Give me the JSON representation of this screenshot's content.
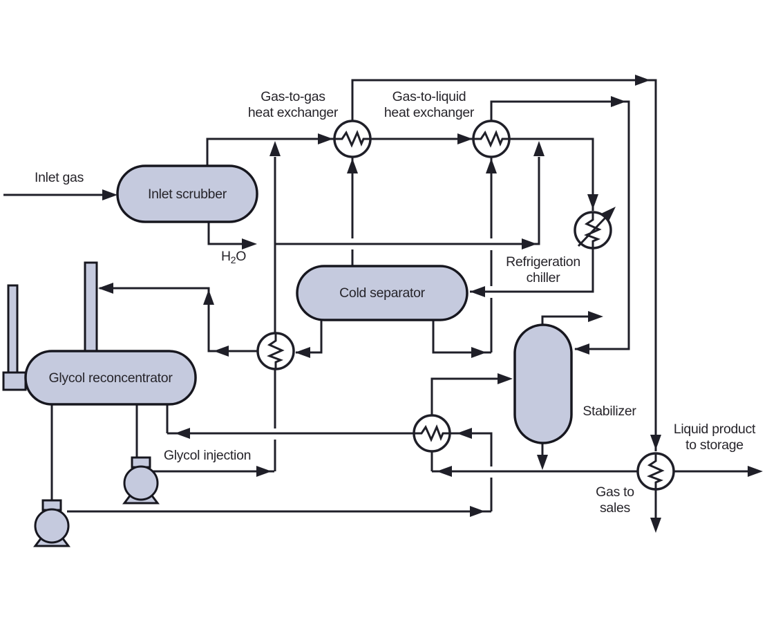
{
  "diagram": {
    "labels": {
      "inlet_gas": "Inlet gas",
      "inlet_scrubber": "Inlet scrubber",
      "gas_to_gas_hx": [
        "Gas-to-gas",
        "heat exchanger"
      ],
      "gas_to_liquid_hx": [
        "Gas-to-liquid",
        "heat exchanger"
      ],
      "h2o": {
        "h": "H",
        "sub": "2",
        "o": "O"
      },
      "refrigeration_chiller": [
        "Refrigeration",
        "chiller"
      ],
      "cold_separator": "Cold separator",
      "glycol_reconcentrator": "Glycol reconcentrator",
      "glycol_injection": "Glycol injection",
      "stabilizer": "Stabilizer",
      "liquid_product": [
        "Liquid product",
        "to storage"
      ],
      "gas_to_sales": [
        "Gas to",
        "sales"
      ]
    },
    "colors": {
      "bg": "#ffffff",
      "line": "#1f1f28",
      "vessel": "#c5cade",
      "vstroke": "#17171f",
      "text": "#26242a"
    },
    "equipment": [
      {
        "id": "inlet-scrubber",
        "label": "Inlet scrubber",
        "type": "horizontal-vessel"
      },
      {
        "id": "gas-to-gas-heat-exchanger",
        "label": "Gas-to-gas heat exchanger",
        "type": "heat-exchanger"
      },
      {
        "id": "gas-to-liquid-heat-exchanger",
        "label": "Gas-to-liquid heat exchanger",
        "type": "heat-exchanger"
      },
      {
        "id": "refrigeration-chiller",
        "label": "Refrigeration chiller",
        "type": "chiller"
      },
      {
        "id": "cold-separator",
        "label": "Cold separator",
        "type": "horizontal-vessel"
      },
      {
        "id": "glycol-reconcentrator",
        "label": "Glycol reconcentrator",
        "type": "horizontal-vessel"
      },
      {
        "id": "stabilizer",
        "label": "Stabilizer",
        "type": "vertical-column"
      },
      {
        "id": "glycol-condensate-exchanger",
        "label": "",
        "type": "heat-exchanger"
      },
      {
        "id": "stabilizer-heat-exchanger",
        "label": "",
        "type": "heat-exchanger"
      },
      {
        "id": "product-cooler",
        "label": "",
        "type": "heat-exchanger"
      },
      {
        "id": "glycol-pump-1",
        "label": "",
        "type": "pump"
      },
      {
        "id": "glycol-pump-2",
        "label": "",
        "type": "pump"
      }
    ],
    "streams": [
      "Inlet gas",
      "H2O",
      "Glycol injection",
      "Liquid product to storage",
      "Gas to sales"
    ]
  }
}
